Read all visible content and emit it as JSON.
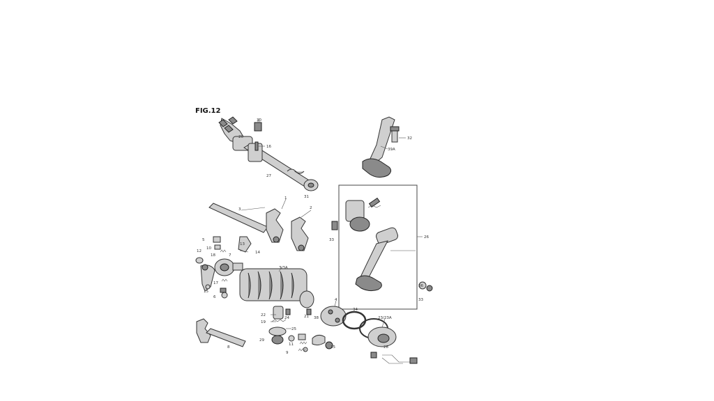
{
  "figure": {
    "title": "FIG.12",
    "colors": {
      "line": "#333333",
      "part_fill": "#cfcfcf",
      "part_dark": "#8a8a8a"
    }
  },
  "labels": [
    {
      "id": "l30",
      "text": "30"
    },
    {
      "id": "l20",
      "text": "20"
    },
    {
      "id": "l16",
      "text": "16"
    },
    {
      "id": "l27",
      "text": "27"
    },
    {
      "id": "l31",
      "text": "31"
    },
    {
      "id": "l32",
      "text": "32"
    },
    {
      "id": "l39a",
      "text": "39A"
    },
    {
      "id": "l26",
      "text": "26"
    },
    {
      "id": "l33a",
      "text": "33"
    },
    {
      "id": "l3",
      "text": "3"
    },
    {
      "id": "l1",
      "text": "1"
    },
    {
      "id": "l2",
      "text": "2"
    },
    {
      "id": "l5",
      "text": "5"
    },
    {
      "id": "l10",
      "text": "10"
    },
    {
      "id": "l14",
      "text": "14"
    },
    {
      "id": "l13",
      "text": "13"
    },
    {
      "id": "l18",
      "text": "18"
    },
    {
      "id": "l7",
      "text": "7"
    },
    {
      "id": "l12",
      "text": "12"
    },
    {
      "id": "l15",
      "text": "15"
    },
    {
      "id": "l3a",
      "text": "3/3A"
    },
    {
      "id": "l17",
      "text": "17"
    },
    {
      "id": "l6",
      "text": "6"
    },
    {
      "id": "l35",
      "text": "35"
    },
    {
      "id": "l36",
      "text": "36"
    },
    {
      "id": "l22",
      "text": "22"
    },
    {
      "id": "l19",
      "text": "19"
    },
    {
      "id": "l24",
      "text": "24"
    },
    {
      "id": "l25",
      "text": "25"
    },
    {
      "id": "l21",
      "text": "21"
    },
    {
      "id": "l34",
      "text": "34"
    },
    {
      "id": "l4",
      "text": "4"
    },
    {
      "id": "l38",
      "text": "38"
    },
    {
      "id": "l8",
      "text": "8"
    },
    {
      "id": "l29",
      "text": "29"
    },
    {
      "id": "l11",
      "text": "11"
    },
    {
      "id": "l9",
      "text": "9"
    },
    {
      "id": "l33b",
      "text": "33"
    },
    {
      "id": "l23",
      "text": "23/23A"
    },
    {
      "id": "l28",
      "text": "28"
    }
  ]
}
